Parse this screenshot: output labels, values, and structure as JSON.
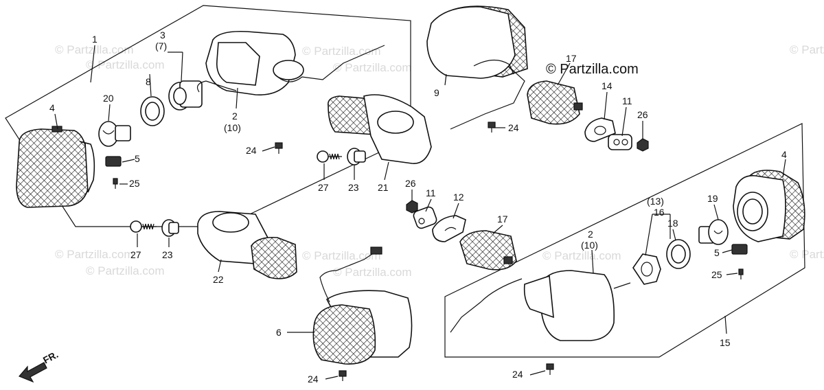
{
  "watermark": {
    "text": "© Partzilla.com",
    "brand_text": "© Partzilla.com"
  },
  "front_label": "FR.",
  "callouts": [
    {
      "id": "c1",
      "text": "1"
    },
    {
      "id": "c3",
      "text": "3"
    },
    {
      "id": "c7",
      "text": "(7)"
    },
    {
      "id": "c8",
      "text": "8"
    },
    {
      "id": "c2a",
      "text": "2"
    },
    {
      "id": "c10a",
      "text": "(10)"
    },
    {
      "id": "c4a",
      "text": "4"
    },
    {
      "id": "c20",
      "text": "20"
    },
    {
      "id": "c5a",
      "text": "5"
    },
    {
      "id": "c25a",
      "text": "25"
    },
    {
      "id": "c24a",
      "text": "24"
    },
    {
      "id": "c27a",
      "text": "27"
    },
    {
      "id": "c23a",
      "text": "23"
    },
    {
      "id": "c21",
      "text": "21"
    },
    {
      "id": "c9",
      "text": "9"
    },
    {
      "id": "c17a",
      "text": "17"
    },
    {
      "id": "c14",
      "text": "14"
    },
    {
      "id": "c11a",
      "text": "11"
    },
    {
      "id": "c26a",
      "text": "26"
    },
    {
      "id": "c24b",
      "text": "24"
    },
    {
      "id": "c26b",
      "text": "26"
    },
    {
      "id": "c11b",
      "text": "11"
    },
    {
      "id": "c12",
      "text": "12"
    },
    {
      "id": "c17b",
      "text": "17"
    },
    {
      "id": "c27b",
      "text": "27"
    },
    {
      "id": "c23b",
      "text": "23"
    },
    {
      "id": "c22",
      "text": "22"
    },
    {
      "id": "c6",
      "text": "6"
    },
    {
      "id": "c24c",
      "text": "24"
    },
    {
      "id": "c2b",
      "text": "2"
    },
    {
      "id": "c10b",
      "text": "(10)"
    },
    {
      "id": "c13",
      "text": "(13)"
    },
    {
      "id": "c16",
      "text": "16"
    },
    {
      "id": "c18",
      "text": "18"
    },
    {
      "id": "c19",
      "text": "19"
    },
    {
      "id": "c4b",
      "text": "4"
    },
    {
      "id": "c5b",
      "text": "5"
    },
    {
      "id": "c25b",
      "text": "25"
    },
    {
      "id": "c15",
      "text": "15"
    },
    {
      "id": "c24d",
      "text": "24"
    }
  ]
}
